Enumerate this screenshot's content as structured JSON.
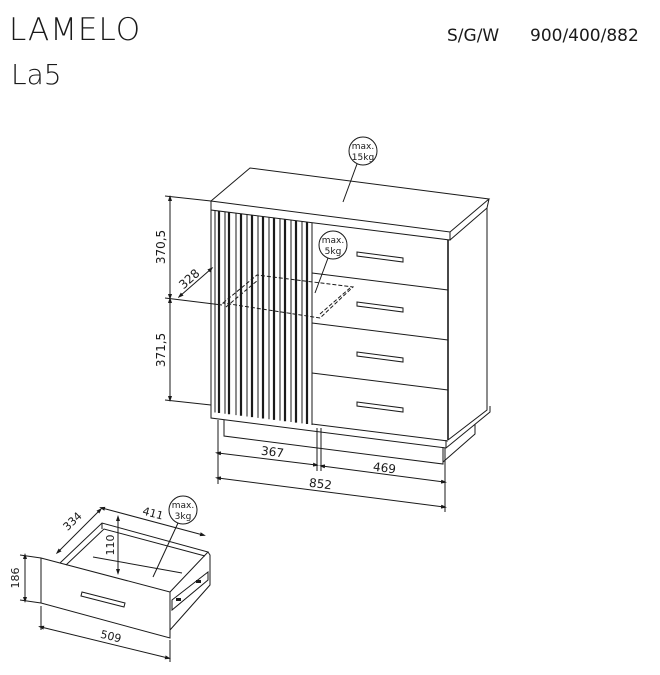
{
  "header": {
    "title": "LAMELO",
    "code": "La5",
    "dimension_label": "S/G/W",
    "dimension_value": "900/400/882"
  },
  "cabinet": {
    "top_load": {
      "line1": "max.",
      "line2": "15kg"
    },
    "shelf_load": {
      "line1": "max.",
      "line2": "5kg"
    },
    "upper_height": "370,5",
    "lower_height": "371,5",
    "shelf_depth": "328",
    "door_width": "367",
    "drawer_width": "469",
    "total_width": "852"
  },
  "drawer": {
    "load": {
      "line1": "max.",
      "line2": "3kg"
    },
    "height": "186",
    "inner_height": "110",
    "inner_depth": "334",
    "inner_width": "411",
    "front_width": "509"
  }
}
